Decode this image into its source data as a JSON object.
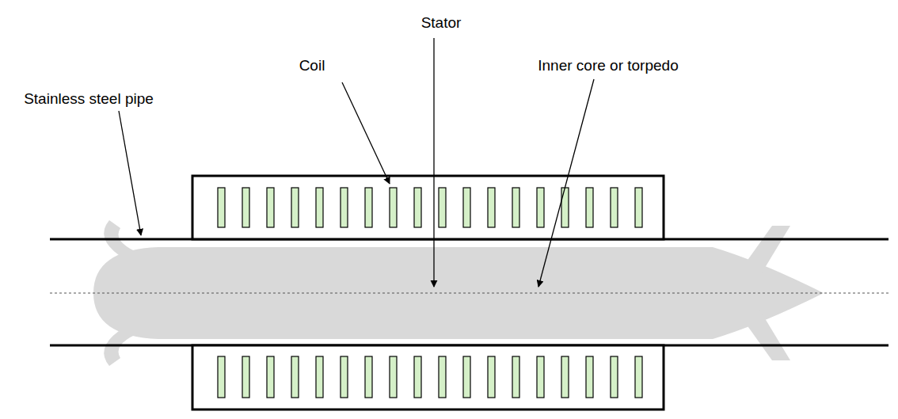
{
  "diagram": {
    "labels": [
      "Stator",
      "Coil",
      "Inner core or torpedo",
      "Stainless steel pipe"
    ]
  }
}
